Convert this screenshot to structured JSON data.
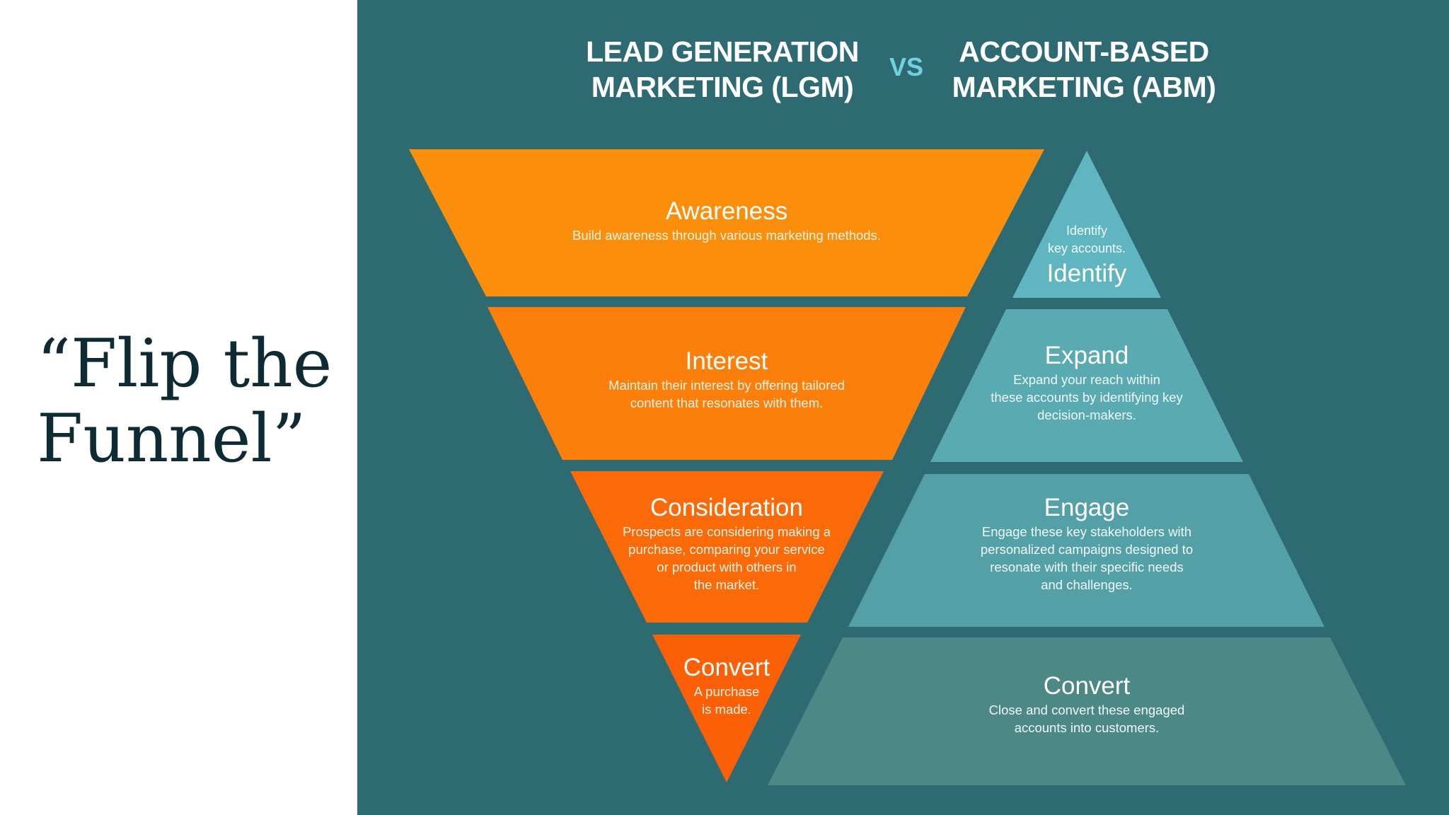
{
  "slide": {
    "title": "“Flip the\nFunnel”"
  },
  "header": {
    "lgm": "LEAD GENERATION\nMARKETING (LGM)",
    "vs": "VS",
    "abm": "ACCOUNT-BASED\nMARKETING (ABM)"
  },
  "lgm_funnel": [
    {
      "title": "Awareness",
      "desc": "Build awareness through various marketing methods.",
      "color": "#fb8f0c"
    },
    {
      "title": "Interest",
      "desc": "Maintain their interest by offering tailored\ncontent that resonates with them.",
      "color": "#fb7f0a"
    },
    {
      "title": "Consideration",
      "desc": "Prospects are considering making a\npurchase, comparing your service\nor product with others in\nthe market.",
      "color": "#fb6a08"
    },
    {
      "title": "Convert",
      "desc": "A purchase\nis made.",
      "color": "#fb6006"
    }
  ],
  "abm_pyramid": [
    {
      "title": "Identify",
      "desc": "Identify\nkey accounts.",
      "color": "#5fb5c0"
    },
    {
      "title": "Expand",
      "desc": "Expand your reach within\nthese accounts by identifying key\ndecision-makers.",
      "color": "#5aaab2"
    },
    {
      "title": "Engage",
      "desc": "Engage these key stakeholders with\npersonalized campaigns designed to\nresonate with their specific needs\nand challenges.",
      "color": "#54a0a7"
    },
    {
      "title": "Convert",
      "desc": "Close and convert these engaged\naccounts into customers.",
      "color": "#4c8886"
    }
  ]
}
